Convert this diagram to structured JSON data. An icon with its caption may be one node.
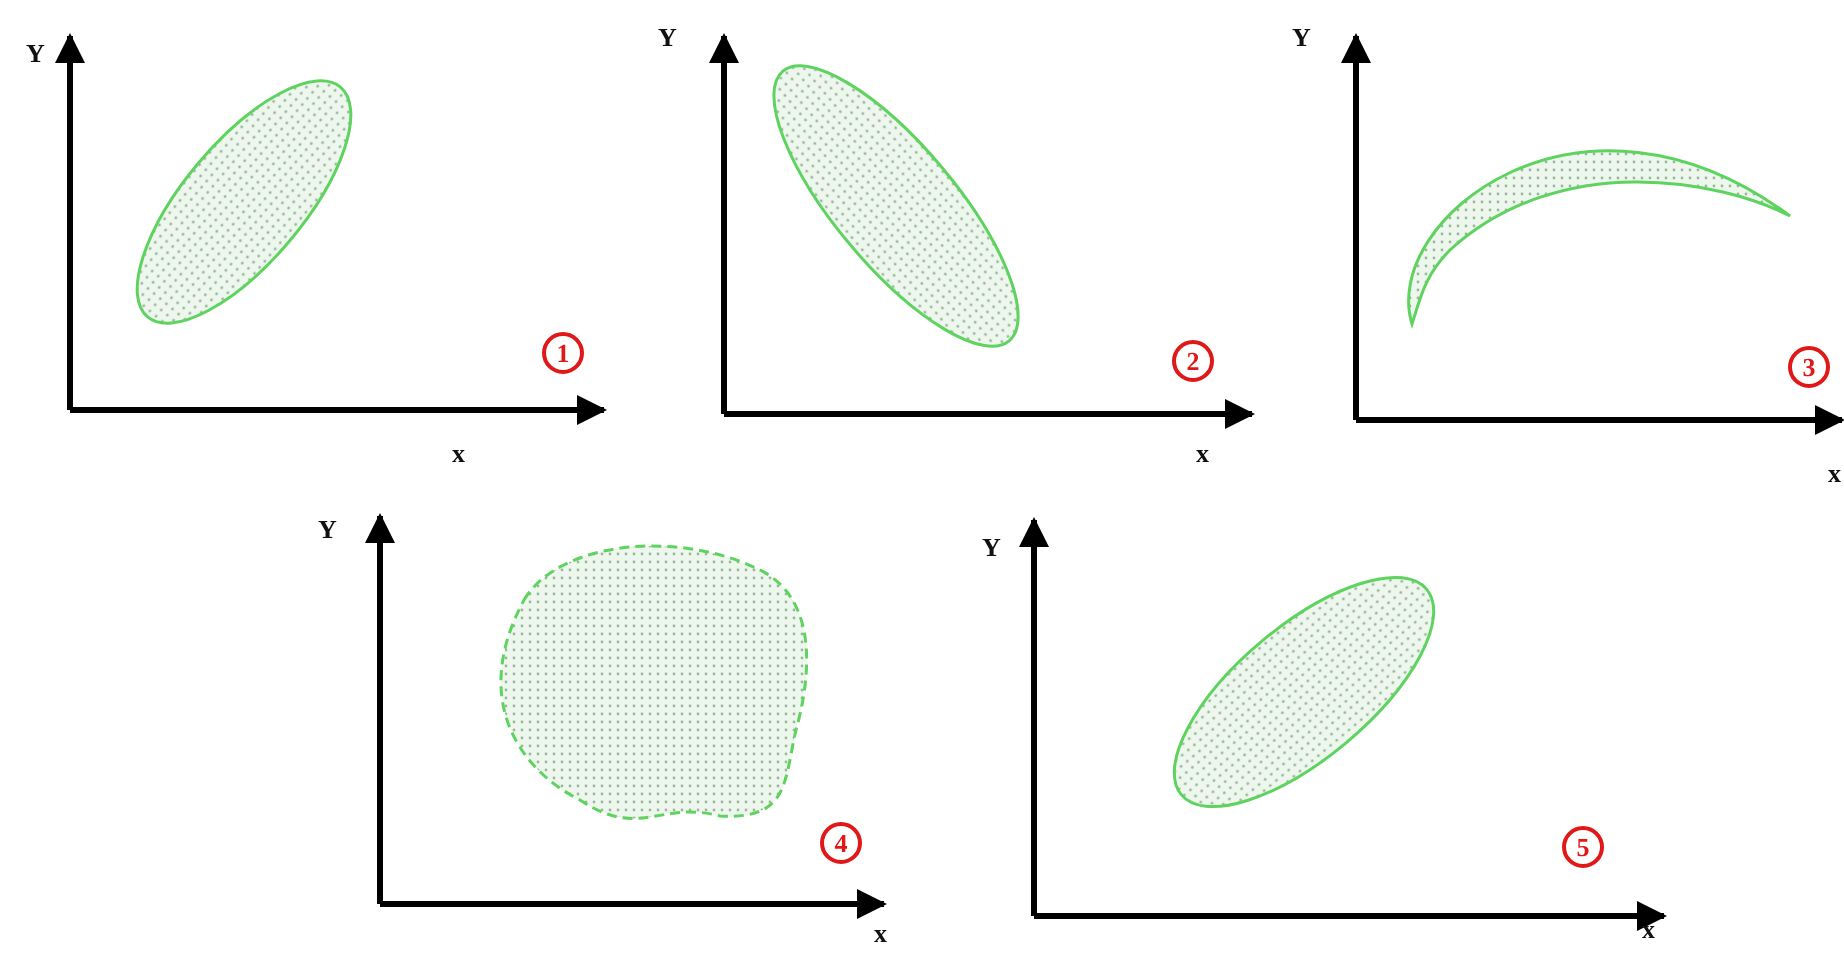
{
  "diagram": {
    "labels": [
      "Y",
      "1",
      "x",
      "Y",
      "2",
      "x",
      "Y",
      "3",
      "x",
      "Y",
      "4",
      "x",
      "Y",
      "5",
      "x"
    ]
  }
}
